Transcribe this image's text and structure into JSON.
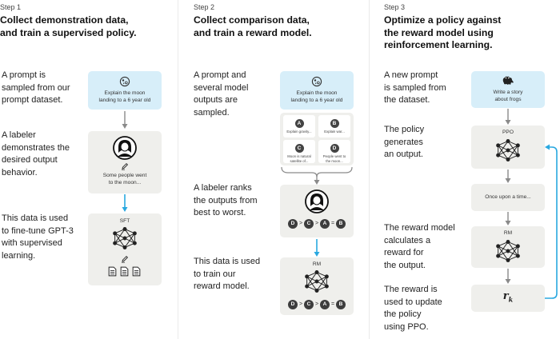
{
  "step1": {
    "step_label": "Step 1",
    "heading": "Collect demonstration data,\nand train a supervised policy.",
    "desc1": "A prompt is\nsampled from our\nprompt dataset.",
    "desc2": "A labeler\ndemonstrates the\ndesired output\nbehavior.",
    "desc3": "This data is used\nto fine-tune GPT-3\nwith supervised\nlearning.",
    "prompt_text": "Explain the moon\nlanding to a 6 year old",
    "demo_text": "Some people went\nto the moon...",
    "model_label": "SFT"
  },
  "step2": {
    "step_label": "Step 2",
    "heading": "Collect comparison data,\nand train a reward model.",
    "desc1": "A prompt and\nseveral model\noutputs are\nsampled.",
    "desc2": "A labeler ranks\nthe outputs from\nbest to worst.",
    "desc3": "This data is used\nto train our\nreward model.",
    "prompt_text": "Explain the moon\nlanding to a 6 year old",
    "outputs": [
      {
        "letter": "A",
        "text": "Explain gravity..."
      },
      {
        "letter": "B",
        "text": "Explain war..."
      },
      {
        "letter": "C",
        "text": "Moon is natural\nsatellite of..."
      },
      {
        "letter": "D",
        "text": "People went to\nthe moon..."
      }
    ],
    "ranking": [
      "D",
      ">",
      "C",
      ">",
      "A",
      "=",
      "B"
    ],
    "model_label": "RM"
  },
  "step3": {
    "step_label": "Step 3",
    "heading": "Optimize a policy against\nthe reward model using\nreinforcement learning.",
    "desc1": "A new prompt\nis sampled from\nthe dataset.",
    "desc2": "The policy\ngenerates\nan output.",
    "desc3": "The reward model\ncalculates a\nreward for\nthe output.",
    "desc4": "The reward is\nused to update\nthe policy\nusing PPO.",
    "prompt_text": "Write a story\nabout frogs",
    "policy_label": "PPO",
    "output_text": "Once upon a time...",
    "rm_label": "RM",
    "reward_symbol": "r",
    "reward_subscript": "k"
  },
  "colors": {
    "blue_box": "#d7eef9",
    "gray_box": "#efefec",
    "arrow_blue": "#29a8e0",
    "arrow_gray": "#8a8a8a"
  },
  "icons": [
    "moon-icon",
    "frog-icon",
    "labeler-avatar-icon",
    "pencil-icon",
    "document-icon",
    "neural-network-icon"
  ]
}
